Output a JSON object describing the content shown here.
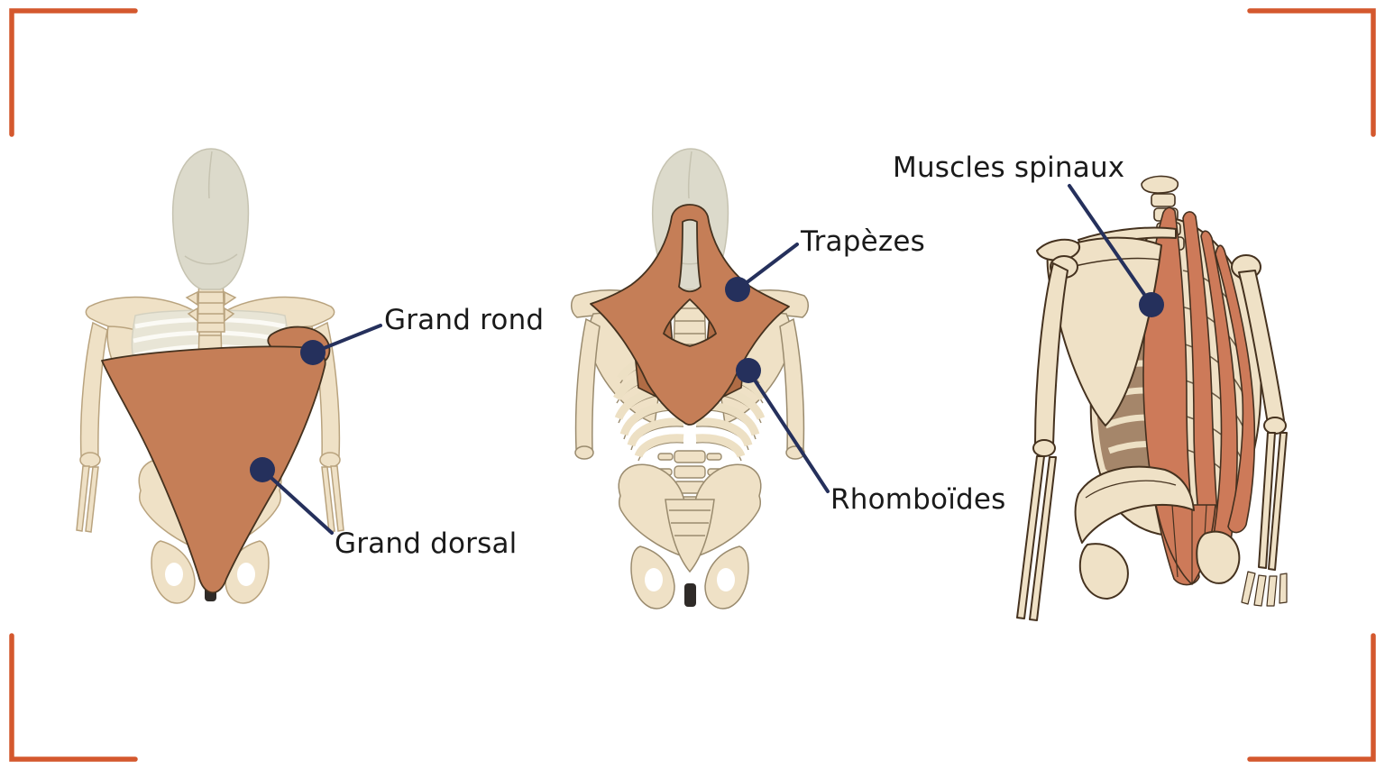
{
  "frame": {
    "corner_color": "#d4582e"
  },
  "annotation": {
    "dot_color": "#25305c",
    "line_color": "#25305c",
    "text_color": "#1a1a1a"
  },
  "labels": [
    {
      "id": "grand-rond",
      "text": "Grand rond"
    },
    {
      "id": "grand-dorsal",
      "text": "Grand dorsal"
    },
    {
      "id": "trapezes",
      "text": "Trapèzes"
    },
    {
      "id": "rhomboides",
      "text": "Rhomboïdes"
    },
    {
      "id": "muscles-spinaux",
      "text": "Muscles spinaux"
    }
  ],
  "palette": {
    "background": "#ffffff",
    "bone": "#efe1c6",
    "bone_outline": "#b9a37e",
    "skull": "#dcdacb",
    "skull_outline": "#c6c3b1",
    "rib_gray": "#e8e5d6",
    "rib_shadow": "#a5866a",
    "muscle": "#c57e57",
    "muscle_dark": "#b06c45",
    "muscle_right": "#cd7a59",
    "outline_dark": "#45321f",
    "pubic_mark": "#2f2b28"
  }
}
